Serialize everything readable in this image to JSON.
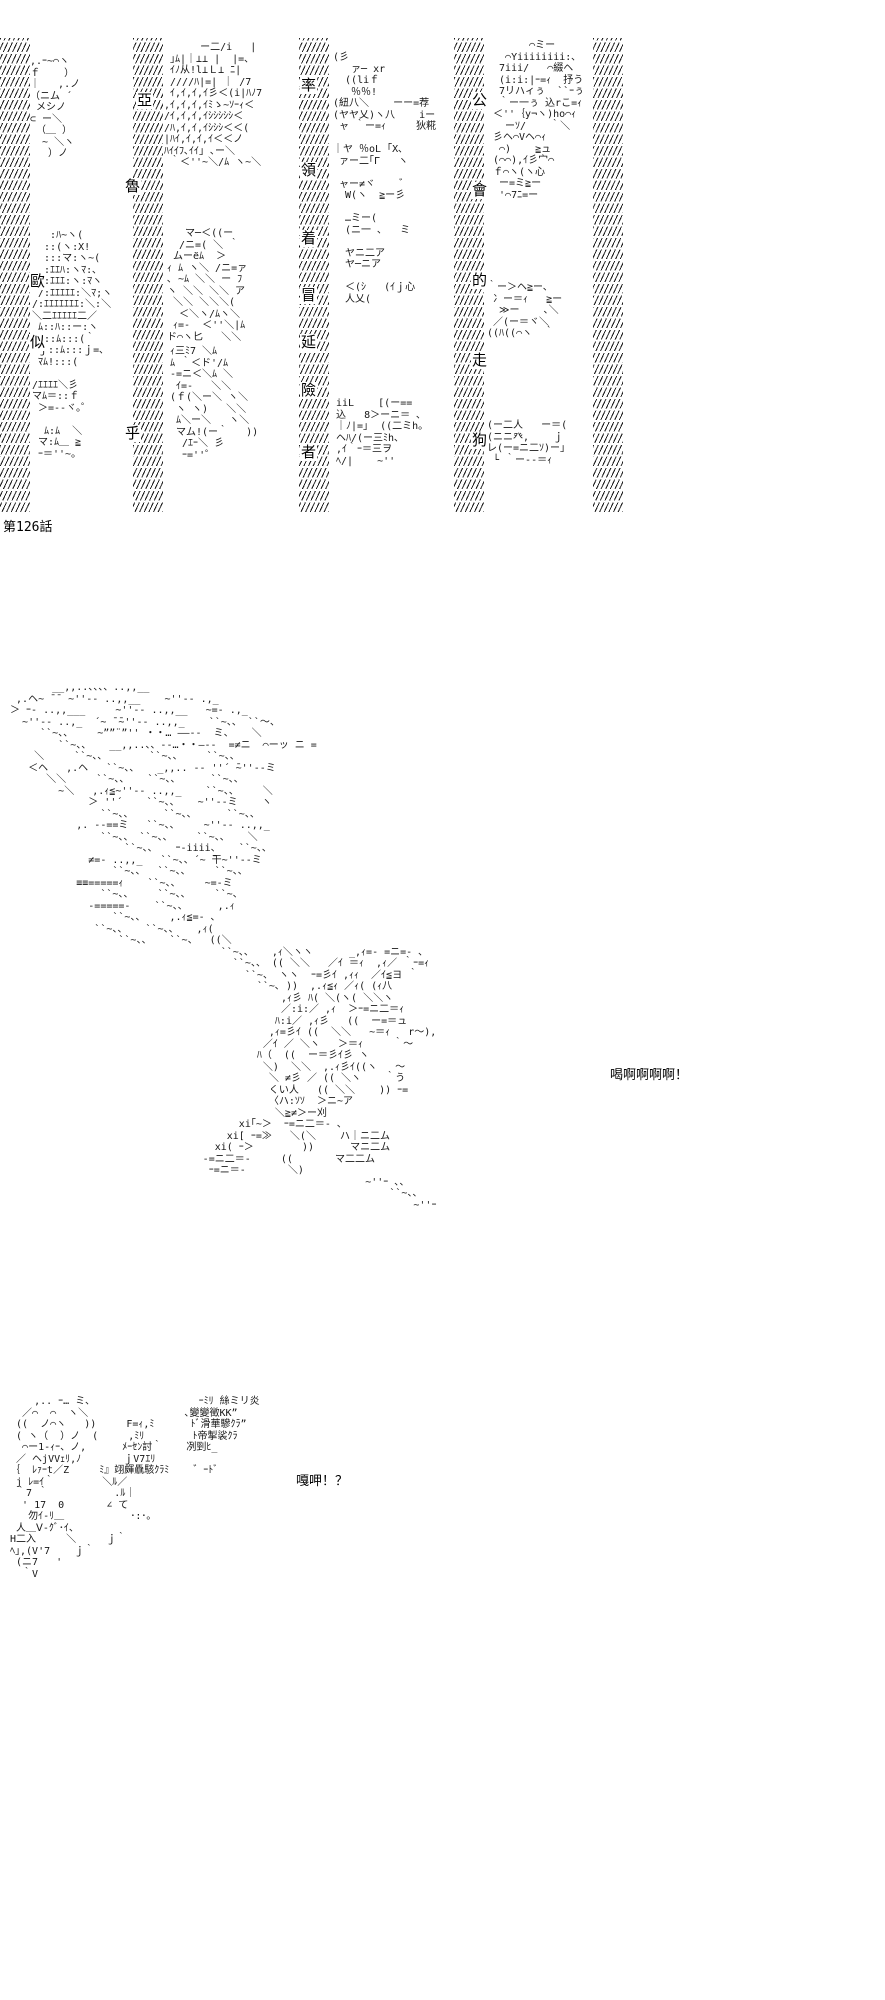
{
  "page": {
    "background": "#ffffff",
    "ink": "#1b1b1b"
  },
  "episode": {
    "label": "第126話"
  },
  "banner": {
    "kanji": [
      "亞",
      "魯",
      "乎",
      "歐",
      "似",
      "率",
      "領",
      "着",
      "冒",
      "延",
      "險",
      "者",
      "公",
      "會",
      "的",
      "走",
      "狗"
    ],
    "fragments": {
      "f1": [
        ",.ｰ~⌒ヽ",
        "ｆ    ）",
        "｜   ,.ノ",
        "（ニム ´",
        " メシノ",
        "⊂ ー＼",
        " （＿ ）",
        "  ~ ＼ヽ",
        "   ）ノ"
      ],
      "f2": [
        "      ー二/i   |",
        " ｣ﾑ|｜⊥⊥ |  |=､",
        " ｲﾉ从!l⊥Ｌ⊥ ﾆ|",
        " ////ﾊ|=| ｜ /7",
        " ｲ,ｲ,ｲ,ｲ彡＜(i|ﾊﾉ7",
        ",ｲ,ｲ,ｲ,ｲﾐゝ~ｿｰｨ＜",
        "/ｲ,ｲ,ｲ,ｲｼｼｼｼｼ＜",
        "/ﾊ,ｲ,ｲ,ｲｼｼｼ＜＜(",
        "|ﾊｲ,ｲ,ｲ,ｲ＜＜ノ",
        "ﾊｲｲﾌ､ｲｲ｣ ､ー＼",
        " ｀＜''~＼/ﾑ ヽ~＼"
      ],
      "f3": [
        "   マ─＜((ー",
        "  /ニ=( ＼ ｀",
        " ムーёﾑ  ＞",
        "ｨ ﾑ ヽ＼ /ニ=ァ",
        "､ ~ﾑ ＼＼ ー ﾌ",
        "ヽ ＼＼ ＼＼ ア",
        " ＼＼ ＼＼＼(",
        "  ＜＼ヽ/ﾑヽ＼",
        " ｨ=-  ＜''＼|ﾑ",
        "ド⌒ヽ匕   ＼＼"
      ],
      "f3b": [
        "ｨ三ﾐ7 ＼ﾑ",
        "ﾑ ｀＜ド'/ﾑ",
        "-=ニ＜＼ﾑ ＼",
        " ｲ=-   ＼＼",
        "(ｆ(＼ー＼ ヽ＼",
        " ヽ ヽ)   ＼＼",
        " ﾑ＼ー＼   ヽ＼",
        " マム!(ー｀   ))",
        "  /ｴｰ＼ 彡",
        "  ｰ=''゜"
      ],
      "f4": [
        "(彡",
        "   ァ─ xr",
        "  ((liｆ",
        "   ％％!",
        "(紐八＼    ーー=荐",
        "(ヤヤ乂)ヽ八    iー",
        " ャ ｀ー=ｨ     狄糀",
        "",
        "｜ヤ ％oL ｢X､",
        " ァー二｢Γ   ヽ",
        "",
        " ャー≠ヾ    ゛",
        "  W(ヽ  ≧ー彡",
        "",
        "  …ミー(",
        "  (ニ一 ､   ミ",
        "",
        "  ヤニ二ア",
        "  ヤ─ニア",
        "",
        "  ＜(ｼ   (ｲｊ心",
        "  人乂("
      ],
      "f4b": [
        " iiL    [(ー==",
        " 込   8＞ーニ＝ ､",
        " ｜ﾉ|=｣  ((二ミh。",
        " ヘﾊ/(ー三ﾐh､",
        " ,ｲ｀ｰ＝三ヲ",
        " ﾍ/|    ~''"
      ],
      "f5": [
        "       ⌒ミー",
        "   ⌒Yiiiiiiii:､",
        "  7iii/   ⌒綴ヘ",
        "  (i:i:|ｰ=ｨ  抒う",
        "  7リハィぅ  ``ｰぅ",
        "  ｀ー一ぅ 込rこ=ｨ",
        " ＜''｛y¬ヽ)ho⌒ｨ",
        "   ーｿ/    ｀＼",
        " 彡ヘ⌒Vヘ⌒ｨ",
        "  ⌒)    ≧ュ",
        " (⌒⌒),ｲ彡宀⌒",
        " ｆ⌒ヽ(ヽ心",
        "  ー=ミ≧ー",
        "  '⌒7ﾆ=ー"
      ],
      "f6": [
        "｀ー＞ヘ≧ー､",
        " 冫ー＝ｨ   ≧ー",
        "  ≫ー    ､＼",
        " ／(ー＝ヾ＼",
        "((ﾊ((⌒ヽ  ｀"
      ],
      "f6b": [
        "(ー二人   ー＝(",
        "(ニニ癶,    ｊ",
        "レ(ー=ニ二ｿ)ー｣",
        " └ ｀ー--＝ｨ"
      ],
      "f7": [
        "   :ﾊ~ヽ(",
        "  ::(ヽ:X!",
        "  :::マ:ヽ~(",
        "  :ｴｴﾊ:ヽﾏ:､",
        " /:ｴｴｴ:ヽ:ﾏヽ",
        " /:ｴｴｴｴｴ:＼ﾏ;ヽ",
        "/:ｴｴｴｴｴｴｴ:＼:＼",
        "＼二ｴｴｴｴｴ二／",
        " ﾑ::ﾊ::ー:ヽ",
        " F::ﾑ:::(｀",
        " ｊ::ﾑ:::ｊ=､",
        " ﾏﾑ!:::(",
        "",
        "/ｴｴｴｴ＼彡",
        "マﾑ＝::ｆ",
        " ＞=--ヾ｡゜",
        "",
        "  ﾑ:ﾑ  ＼",
        " マ:ﾑ＿ ≧",
        " ｰ＝''~｡"
      ]
    }
  },
  "dragon": {
    "shout": "喝啊啊啊啊！",
    "art": [
      "        __,,..、、、、..,,__",
      "  ,.ヘ~ ̄ ̄  ~''‐- ..,,__    ~''‐- .,_",
      " ＞ ｰ- ..,,___     ~''‐- ..,,__   ~=- .,_",
      "   ~''‐- ..,_  ´~ ̄ ̄~''‐- ..,,_    ``~、、 ``～、",
      "      ``~、、    ~””¨”'' ・・… ――--  ミ、   ＼",
      "         ``~、、   __,,..、、-‐…・・―--  =≠ニ  ⌒ーッ ニ =",
      "     ＼     ``~、、       ``~、、    ``~、、",
      "    ＜ヘ   ,.ヘ   ``~、、   _,,.. -‐ ''´ ̄~''‐-ミ",
      "       ＼＼     ``~、、   ``~、、     ``~、、",
      "         ~＼   ,.ｨ≦~''‐- ..,,_    ``~、、    ＼",
      "              ＞ ''´    ``~、、   ~''‐-ミ    ヽ",
      "                ``~、、     ``~、、     ``~、、",
      "            ,. -‐==ミ   ``~、、    ~''‐- ..,,_",
      "                ``~、、 ``~、、    ``~、、   ＼",
      "                    ``~、、   ｰ-iiii、   ``~、、",
      "              ≠=- ..,,_   ``~、、´~ ̄干~''‐-ミ",
      "                  ``~、、  ``~、、    ``~、、",
      "            ≡≡=====ｨ    ``~、、    ~=-ミ",
      "                ``~、、    ``~、、    ``~、",
      "              -=====-    ``~、、     ,.ｨ",
      "                  ``~、、    ,.ｨ≦=- ､",
      "               ``~、、   ``~、、   ,ｨ(",
      "                   ``~、、   ``~、  ((＼",
      "                                    ``~、、   ,ｨ＼ヽヽ      _,ｨ=- =ニ=- ､",
      "                                      ``~、、 (( ＼＼   ／ｲ ＝ｨ  ,ｨ／ ｀ｰ=ｨ",
      "                                        ``~、 ヽヽ  ｰ=彡ｲ ,ｨｨ  ／ｲ≦ヨ ｀",
      "                                          ``~､ ))  ,.ｨ≦ｨ ／ｨ( (ｨ八",
      "                                              ,ｨ彡 ﾊ( ＼(ヽ( ＼＼ヽ",
      "                                              ／:i:／ ,ｨ  ＞ｰ=ニ二＝ｨ",
      "                                             ﾊ:i／ ,ｨ彡   ((  ー=＝ュ",
      "                                            ,ｨ=彡ｲ ((  ＼＼   ~＝ｨ   r～),",
      "                                           ／ｲ ／ ＼ヽ   ＞＝ｨ     ｀～",
      "                                          ﾊ（  ((  ー＝彡ｲ彡 ヽ",
      "                                           ＼)  ＼＼  ,.ｨ彡ｲ((ヽ   ～",
      "                                            ＼ ≠彡 ／ (( ＼ヽ    ｀う",
      "                                            くい人   (( ＼＼    )) ｰ=",
      "                                            〈ハ:ｿｿ  ＞ニ~ア",
      "                                             ＼≧≠＞ー刈",
      "                                       xi｢~＞  ｰ=ニ二＝- ､",
      "                                     xi[ ｰ=≫   ＼(＼    ハ｜ニ二ム",
      "                                   xi( ｰ＞        ))      マニ二ム",
      "                                 -=ニ二＝-     ((       マ二二ム",
      "                                  ｰ=ニ＝-       ＼)",
      "                                                            ~''ｰ ､、",
      "                                                                ``~、、",
      "                                                                    ~''ｰ"
    ]
  },
  "bottom": {
    "shout": "嘎呷！？",
    "art": [
      "     ,.. ｰ… ミ､                  ｰﾐﾘ 絲ミリ炎",
      "   ／⌒  ⌒  ヽ＼                ､變變徵KK”",
      "  ((  ノ⌒ヽ   ))     F=ｨ,ﾐ      ﾄﾞ滑華驂ｸﾗ”",
      "  ( ヽ（  ）ノ  (     ,ﾐﾘ        ﾄ帝掣裟ｸﾗ",
      "   ⌒ー1-ｨｰ、ノ,      ﾒｰｾﾝ討｀    冽剄ﾋ_",
      "  ／ ヘjVVｪﾘ,ﾉ       ｊV7ｴﾘ",
      " ｛  ﾚｧｰt／Z     ﾐ』翊皹驫駭ｸﾗﾐ    ゛ｰﾄﾞ",
      "  j ﾚ=ｲ｀        ＼ﾙ／",
      "  ｀7 ｀           .ﾙ｜",
      "   ' 17  0       ∠ て",
      "    勿ｲ-ﾘ＿           ･:･｡",
      "  人＿Ⅴ-ｸﾞ･ｲ、",
      " H二入     ＼     ｊ｀",
      " ﾍ｣,(V'7    ｊ｀",
      "  (ニ7   '",
      "   ｀V"
    ]
  }
}
